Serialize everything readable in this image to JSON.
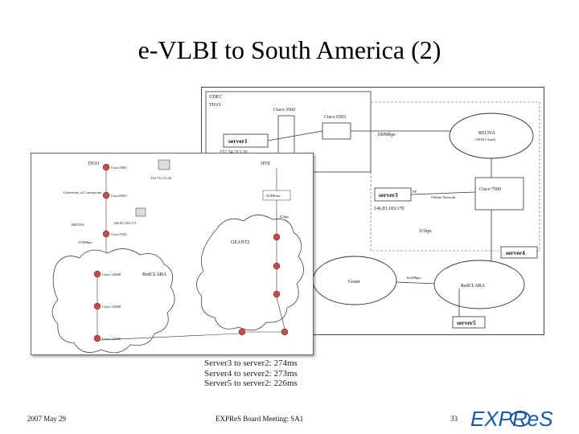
{
  "slide": {
    "title": "e-VLBI to South America (2)",
    "footer_date": "2007 May 29",
    "footer_center": "EXPReS Board Meeting: SA1",
    "page_number": "33",
    "logo_text": "EXPReS"
  },
  "latency_lines": [
    "Server3 to server2: 274ms",
    "Server4 to server2: 273ms",
    "Server5 to server2: 226ms"
  ],
  "back_diagram": {
    "region": "UDEC",
    "site": "TIGO",
    "cisco_a": "Cisco 3560",
    "cisco_b": "Cisco 6503",
    "server1": "server1",
    "server1_ip": "152.74.213.20",
    "link_100": "100Mbps",
    "reuna": "REUNA",
    "reuna_sub": "(ATM Cloud)",
    "server3": "server3",
    "server3_ip": "146.83.183.170",
    "cisco_7500": "Cisco 7500",
    "offline": "Offline Network",
    "fe": "FE",
    "gbps": "1Gbps",
    "server4": "server4",
    "geant": "Geant",
    "redclara": "RedCLARA",
    "link_622": "622Mbps",
    "server5": "server5"
  },
  "front_diagram": {
    "tigo": "TIGO",
    "jive": "JIVE",
    "cisco_3560": "Cisco3560",
    "cisco_6503": "Cisco6503",
    "cisco_7520": "Cisco7520",
    "cisco_12000_a": "Cisco 12000",
    "cisco_12000_b": "Cisco 12000",
    "cisco_12000_c": "Cisco 12000",
    "univ": "University of Concepcion",
    "reuna": "REUNA",
    "redclara": "RedCLARA",
    "geant2": "GEANT2",
    "ip_top": "152.74.113.20",
    "ip_mid": "146.83.183.171",
    "link_155": "155Mbps",
    "sw_label": "SURFnet",
    "speed_label": "1Gbps"
  },
  "colors": {
    "line": "#333333",
    "cloud": "#444444",
    "logo": "#1a5aa6",
    "router": "#c84b4b"
  }
}
